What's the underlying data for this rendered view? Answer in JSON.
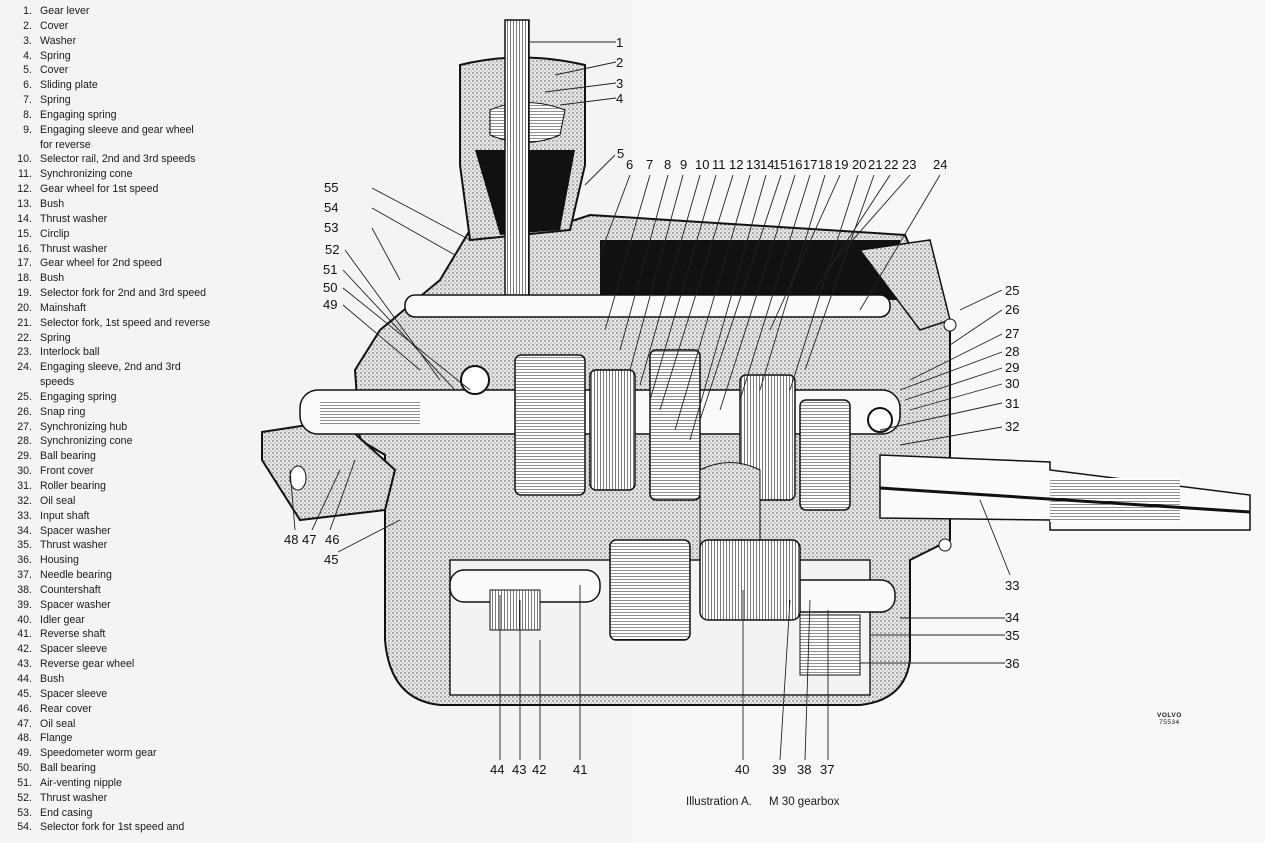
{
  "parts_list": [
    {
      "num": "1.",
      "name": "Gear lever"
    },
    {
      "num": "2.",
      "name": "Cover"
    },
    {
      "num": "3.",
      "name": "Washer"
    },
    {
      "num": "4.",
      "name": "Spring"
    },
    {
      "num": "5.",
      "name": "Cover"
    },
    {
      "num": "6.",
      "name": "Sliding plate"
    },
    {
      "num": "7.",
      "name": "Spring"
    },
    {
      "num": "8.",
      "name": "Engaging spring"
    },
    {
      "num": "9.",
      "name": "Engaging sleeve and gear wheel",
      "cont": "for reverse"
    },
    {
      "num": "10.",
      "name": "Selector rail, 2nd and 3rd speeds"
    },
    {
      "num": "11.",
      "name": "Synchronizing cone"
    },
    {
      "num": "12.",
      "name": "Gear wheel for 1st speed"
    },
    {
      "num": "13.",
      "name": "Bush"
    },
    {
      "num": "14.",
      "name": "Thrust washer"
    },
    {
      "num": "15.",
      "name": "Circlip"
    },
    {
      "num": "16.",
      "name": "Thrust washer"
    },
    {
      "num": "17.",
      "name": "Gear wheel for 2nd speed"
    },
    {
      "num": "18.",
      "name": "Bush"
    },
    {
      "num": "19.",
      "name": "Selector fork for 2nd and 3rd speed"
    },
    {
      "num": "20.",
      "name": "Mainshaft"
    },
    {
      "num": "21.",
      "name": "Selector fork, 1st speed and reverse"
    },
    {
      "num": "22.",
      "name": "Spring"
    },
    {
      "num": "23.",
      "name": "Interlock ball"
    },
    {
      "num": "24.",
      "name": "Engaging sleeve, 2nd and 3rd",
      "cont": "speeds"
    },
    {
      "num": "25.",
      "name": "Engaging spring"
    },
    {
      "num": "26.",
      "name": "Snap ring"
    },
    {
      "num": "27.",
      "name": "Synchronizing hub"
    },
    {
      "num": "28.",
      "name": "Synchronizing cone"
    },
    {
      "num": "29.",
      "name": "Ball bearing"
    },
    {
      "num": "30.",
      "name": "Front cover"
    },
    {
      "num": "31.",
      "name": "Roller bearing"
    },
    {
      "num": "32.",
      "name": "Oil seal"
    },
    {
      "num": "33.",
      "name": "Input shaft"
    },
    {
      "num": "34.",
      "name": "Spacer washer"
    },
    {
      "num": "35.",
      "name": "Thrust washer"
    },
    {
      "num": "36.",
      "name": "Housing"
    },
    {
      "num": "37.",
      "name": "Needle bearing"
    },
    {
      "num": "38.",
      "name": "Countershaft"
    },
    {
      "num": "39.",
      "name": "Spacer washer"
    },
    {
      "num": "40.",
      "name": "Idler gear"
    },
    {
      "num": "41.",
      "name": "Reverse shaft"
    },
    {
      "num": "42.",
      "name": "Spacer sleeve"
    },
    {
      "num": "43.",
      "name": "Reverse gear wheel"
    },
    {
      "num": "44.",
      "name": "Bush"
    },
    {
      "num": "45.",
      "name": "Spacer sleeve"
    },
    {
      "num": "46.",
      "name": "Rear cover"
    },
    {
      "num": "47.",
      "name": "Oil seal"
    },
    {
      "num": "48.",
      "name": "Flange"
    },
    {
      "num": "49.",
      "name": "Speedometer worm gear"
    },
    {
      "num": "50.",
      "name": "Ball bearing"
    },
    {
      "num": "51.",
      "name": "Air-venting nipple"
    },
    {
      "num": "52.",
      "name": "Thrust washer"
    },
    {
      "num": "53.",
      "name": "End casing"
    },
    {
      "num": "54.",
      "name": "Selector fork for 1st speed and"
    }
  ],
  "callouts": {
    "top": [
      "1",
      "2",
      "3",
      "4",
      "5",
      "6",
      "7",
      "8",
      "9",
      "10",
      "11",
      "12",
      "13",
      "14",
      "15",
      "16",
      "17",
      "18",
      "19",
      "20",
      "21",
      "22",
      "23",
      "24"
    ],
    "left": [
      "55",
      "54",
      "53",
      "52",
      "51",
      "50",
      "49"
    ],
    "right": [
      "25",
      "26",
      "27",
      "28",
      "29",
      "30",
      "31",
      "32",
      "33",
      "34",
      "35",
      "36"
    ],
    "bottom_left": [
      "48",
      "47",
      "46",
      "45"
    ],
    "bottom": [
      "44",
      "43",
      "42",
      "41",
      "40",
      "39",
      "38",
      "37"
    ]
  },
  "caption": {
    "label": "Illustration A.",
    "title": "M 30 gearbox"
  },
  "logo": {
    "brand": "VOLVO",
    "code": "75534"
  }
}
